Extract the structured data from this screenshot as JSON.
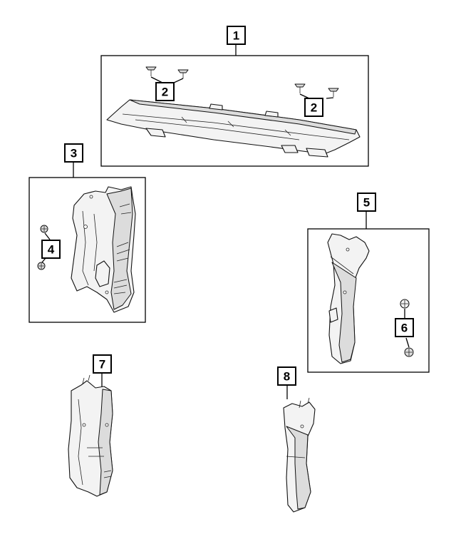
{
  "diagram": {
    "callouts": [
      {
        "id": "c1",
        "label": "1"
      },
      {
        "id": "c2a",
        "label": "2"
      },
      {
        "id": "c2b",
        "label": "2"
      },
      {
        "id": "c3",
        "label": "3"
      },
      {
        "id": "c4",
        "label": "4"
      },
      {
        "id": "c5",
        "label": "5"
      },
      {
        "id": "c6",
        "label": "6"
      },
      {
        "id": "c7",
        "label": "7"
      },
      {
        "id": "c8",
        "label": "8"
      }
    ]
  }
}
